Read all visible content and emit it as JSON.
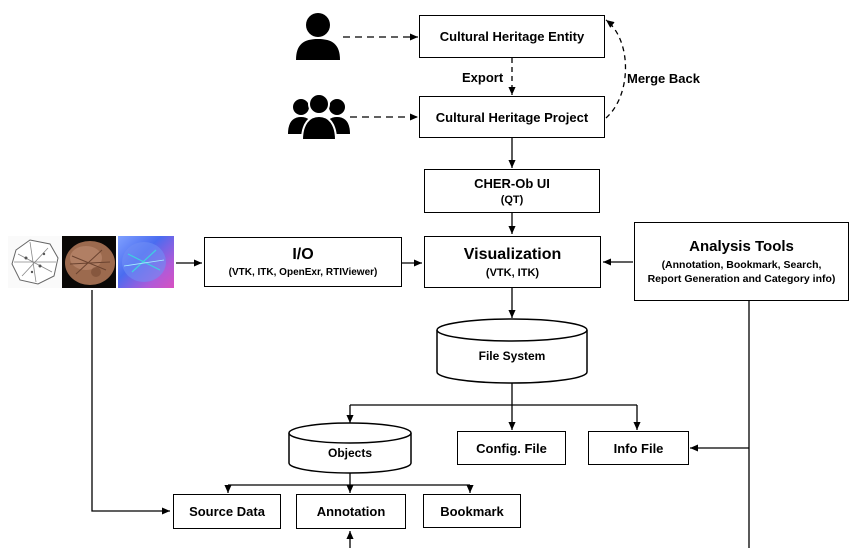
{
  "nodes": {
    "entity": "Cultural Heritage Entity",
    "project": "Cultural Heritage Project",
    "cherob": {
      "title": "CHER-Ob UI",
      "sub": "(QT)"
    },
    "io": {
      "title": "I/O",
      "sub": "(VTK, ITK, OpenExr, RTIViewer)"
    },
    "visualization": {
      "title": "Visualization",
      "sub": "(VTK, ITK)"
    },
    "analysis": {
      "title": "Analysis Tools",
      "sub1": "(Annotation,  Bookmark, Search,",
      "sub2": "Report Generation and Category info)"
    },
    "filesystem": "File System",
    "objects": "Objects",
    "config": "Config. File",
    "info": "Info File",
    "source": "Source  Data",
    "annotation": "Annotation",
    "bookmark": "Bookmark"
  },
  "edge_labels": {
    "export": "Export",
    "merge_back": "Merge Back"
  },
  "icons": [
    "single-user-icon",
    "user-group-icon"
  ],
  "colors": {
    "line": "#000000",
    "box_fill": "#ffffff"
  }
}
